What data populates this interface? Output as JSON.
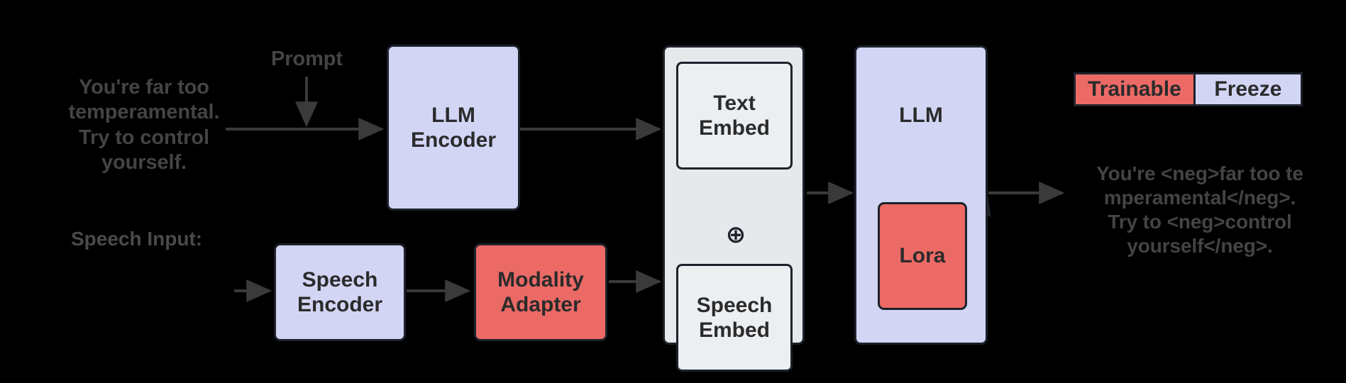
{
  "figure": {
    "background_color": "#000000",
    "text_color": "#444444",
    "border_color": "#1d222b"
  },
  "colors": {
    "trainable": "#ec6a66",
    "freeze": "#d3d5f5",
    "group": "#e5e9ec",
    "inner": "#eceff2"
  },
  "inputs": {
    "text_prompt": "You're far too\ntemperamental.\nTry to control\nyourself.",
    "prompt_label": "Prompt",
    "speech_input_label": "Speech Input:"
  },
  "nodes": {
    "llm_encoder": "LLM\nEncoder",
    "speech_encoder": "Speech\nEncoder",
    "modality_adapter": "Modality\nAdapter",
    "text_embed": "Text\nEmbed",
    "speech_embed": "Speech\nEmbed",
    "combine_symbol": "⊕",
    "llm": "LLM",
    "lora": "Lora"
  },
  "legend": {
    "trainable_label": "Trainable",
    "freeze_label": "Freeze"
  },
  "output": {
    "text": "You're <neg>far too te\nmperamental</neg>.\nTry to <neg>control\nyourself</neg>."
  }
}
